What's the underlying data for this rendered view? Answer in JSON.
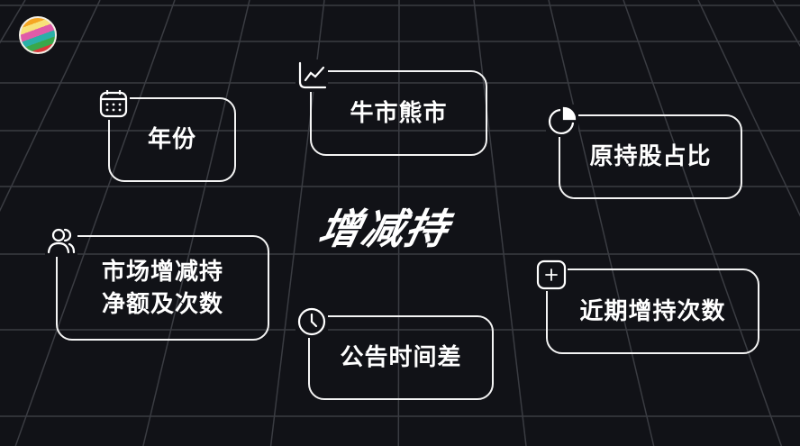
{
  "title": "增减持",
  "cards": {
    "year": {
      "label": "年份",
      "icon": "calendar-icon"
    },
    "market": {
      "label": "牛市熊市",
      "icon": "line-chart-icon"
    },
    "holding": {
      "label": "原持股占比",
      "icon": "pie-chart-icon"
    },
    "net": {
      "label": "市场增减持\n净额及次数",
      "line1": "市场增减持",
      "line2": "净额及次数",
      "icon": "users-icon"
    },
    "timing": {
      "label": "公告时间差",
      "icon": "clock-icon"
    },
    "recent": {
      "label": "近期增持次数",
      "icon": "plus-square-icon"
    }
  },
  "colors": {
    "background": "#111217",
    "stroke": "#f4f4f4",
    "grid": "#3a3c42"
  }
}
